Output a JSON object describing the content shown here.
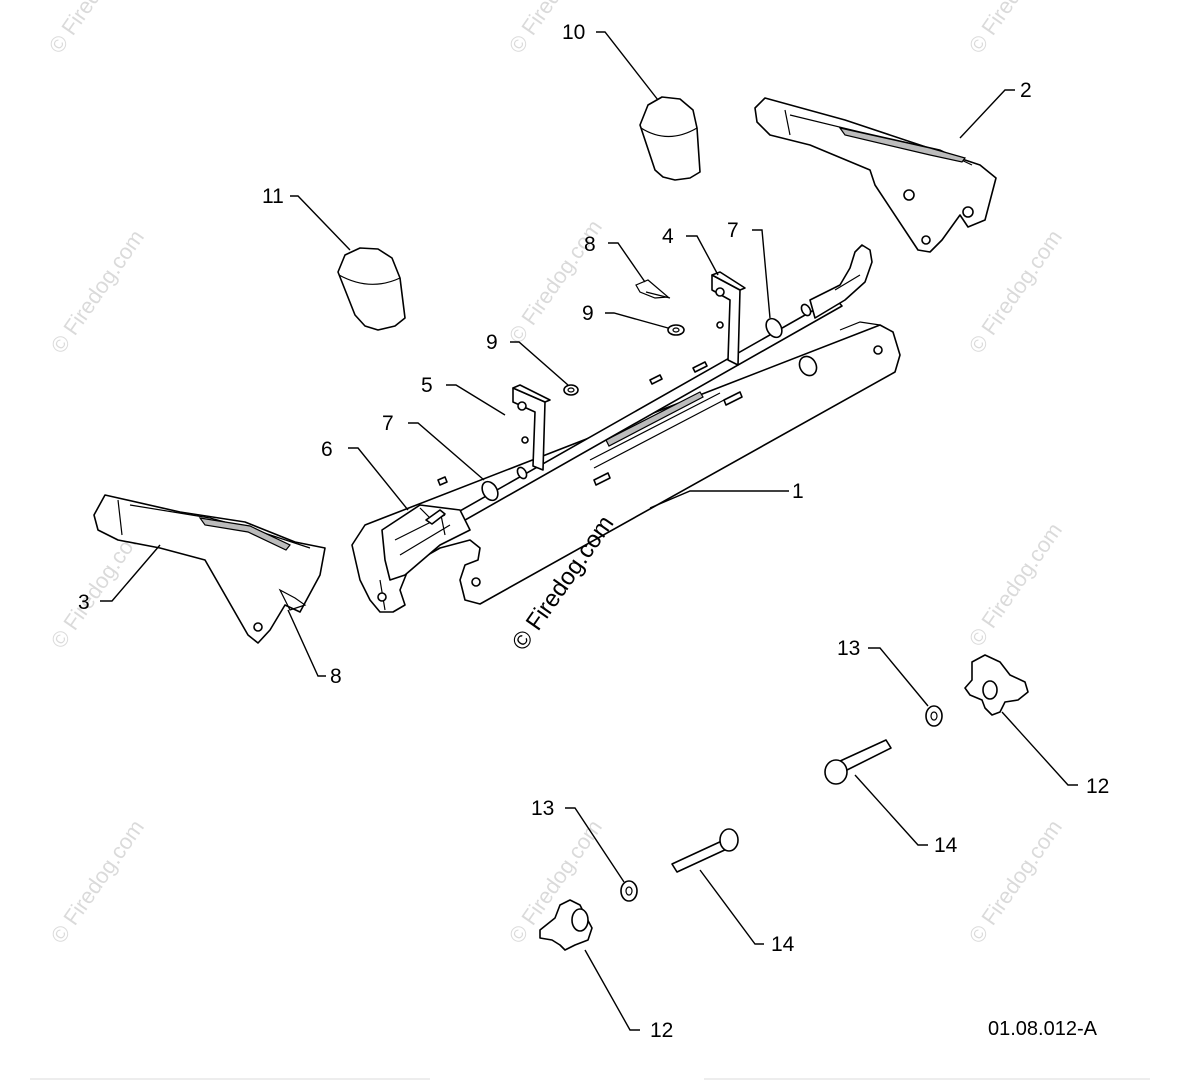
{
  "callouts": {
    "c1": "1",
    "c2": "2",
    "c3": "3",
    "c4": "4",
    "c5": "5",
    "c6": "6",
    "c7a": "7",
    "c7b": "7",
    "c8a": "8",
    "c8b": "8",
    "c9a": "9",
    "c9b": "9",
    "c10": "10",
    "c11": "11",
    "c12a": "12",
    "c12b": "12",
    "c13a": "13",
    "c13b": "13",
    "c14a": "14",
    "c14b": "14"
  },
  "watermark": "© Firedog.com",
  "diagram_code": "01.08.012-A"
}
